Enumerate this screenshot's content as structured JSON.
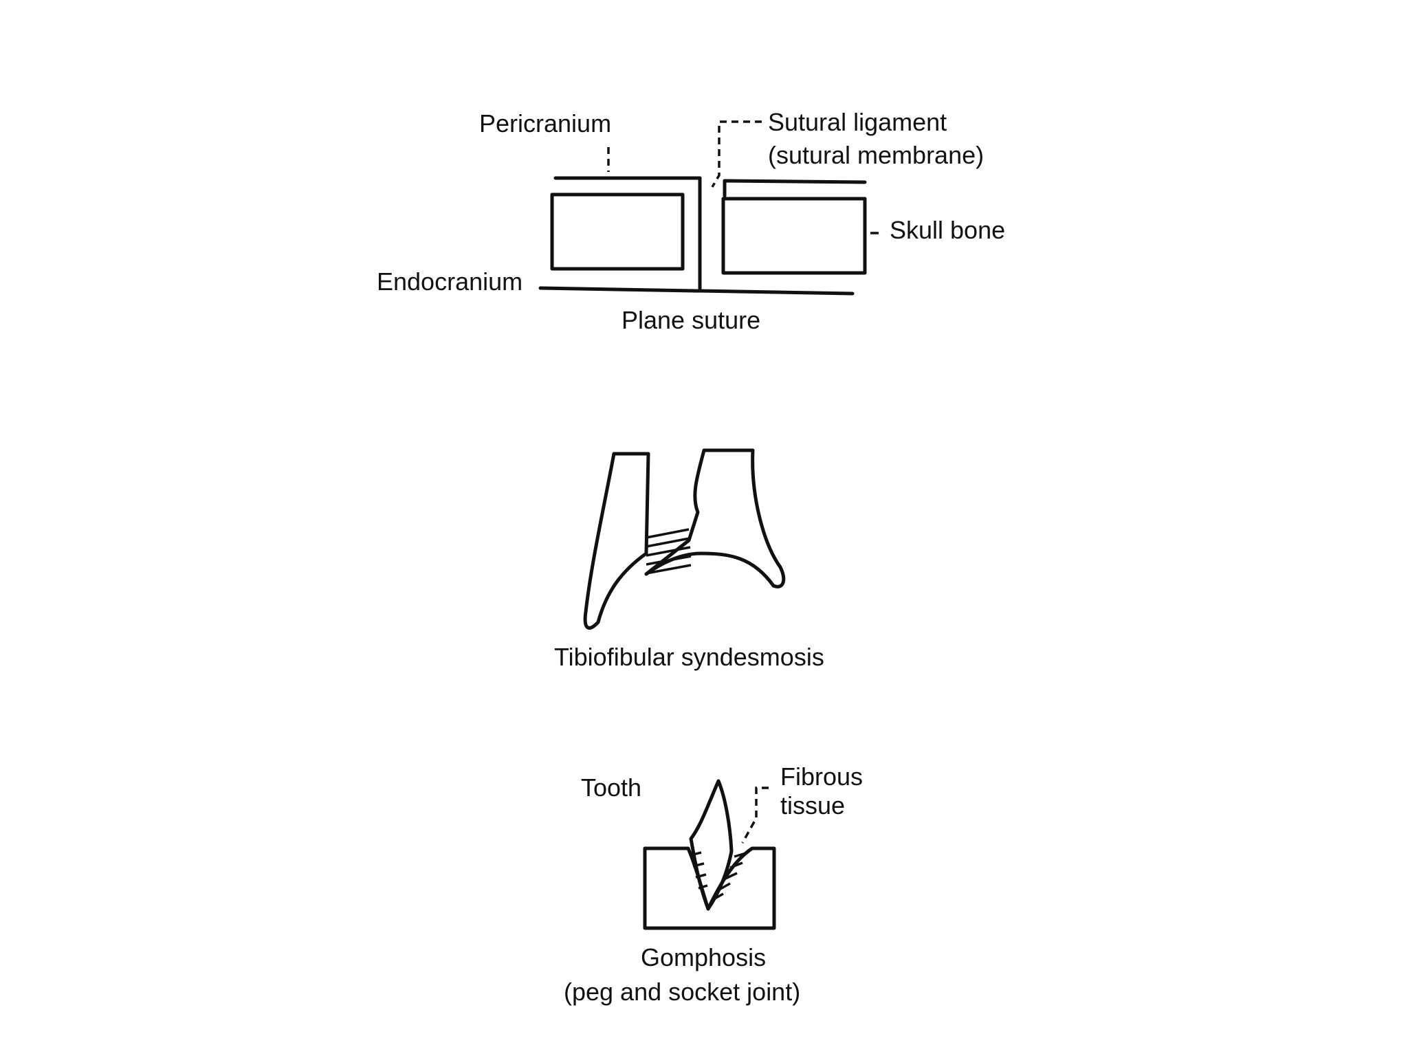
{
  "plane_suture": {
    "pericranium": "Pericranium",
    "sutural_ligament": "Sutural ligament",
    "sutural_membrane": "(sutural membrane)",
    "skull_bone": "Skull bone",
    "endocranium": "Endocranium",
    "caption": "Plane suture"
  },
  "syndesmosis": {
    "caption": "Tibiofibular syndesmosis"
  },
  "gomphosis": {
    "tooth": "Tooth",
    "fibrous_line1": "Fibrous",
    "fibrous_line2": "tissue",
    "caption": "Gomphosis",
    "caption_sub": "(peg and socket joint)"
  }
}
